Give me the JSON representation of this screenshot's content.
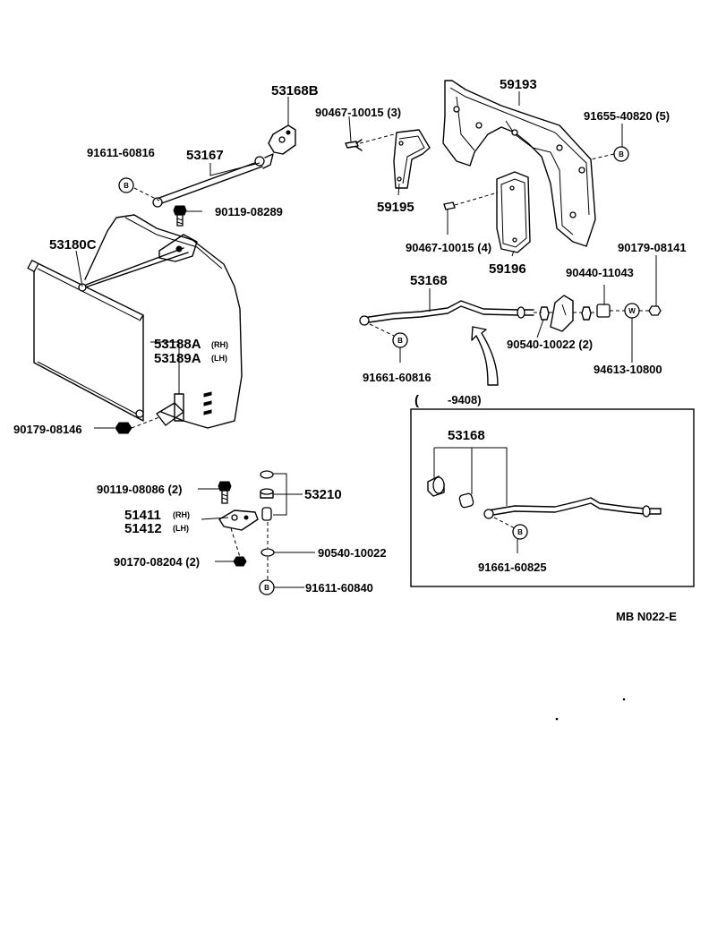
{
  "labels": {
    "p53168B": "53168B",
    "p90467_3": "90467-10015 (3)",
    "p59193": "59193",
    "p91655": "91655-40820 (5)",
    "p91611_816": "91611-60816",
    "p53167": "53167",
    "p59195": "59195",
    "p90119_289": "90119-08289",
    "p90467_4": "90467-10015 (4)",
    "p90179_141": "90179-08141",
    "p53180C": "53180C",
    "p59196": "59196",
    "p90440": "90440-11043",
    "p53168_main": "53168",
    "p90540_2": "90540-10022 (2)",
    "p53188A": "53188A",
    "p53188A_side": "(RH)",
    "p53189A": "53189A",
    "p53189A_side": "(LH)",
    "p91661_816": "91661-60816",
    "p94613": "94613-10800",
    "p90179_146": "90179-08146",
    "p90119_086": "90119-08086 (2)",
    "p53210": "53210",
    "p51411": "51411",
    "p51411_side": "(RH)",
    "p51412": "51412",
    "p51412_side": "(LH)",
    "p90540": "90540-10022",
    "p90170": "90170-08204 (2)",
    "p91611_840": "91611-60840",
    "inset_paren": "(",
    "inset_range": "-9408)",
    "p53168_inset": "53168",
    "p91661_825": "91661-60825",
    "marker_b": "B",
    "marker_w": "W",
    "footer_code": "MB  N022-E"
  }
}
